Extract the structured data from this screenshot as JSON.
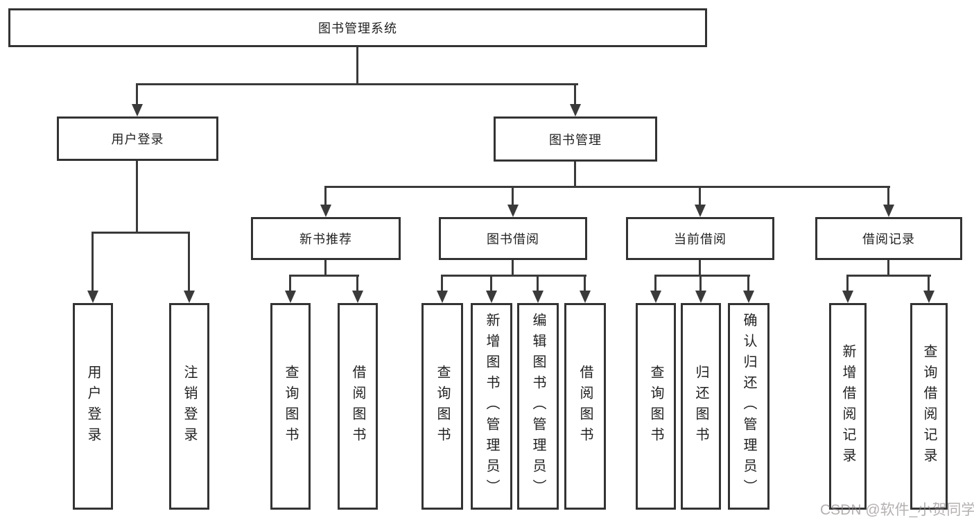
{
  "diagram_title": "图书管理系统",
  "tree": {
    "root": {
      "label": "图书管理系统",
      "children": [
        {
          "label": "用户登录",
          "children": [
            {
              "label": "用户登录"
            },
            {
              "label": "注销登录"
            }
          ]
        },
        {
          "label": "图书管理",
          "children": [
            {
              "label": "新书推荐",
              "children": [
                {
                  "label": "查询图书"
                },
                {
                  "label": "借阅图书"
                }
              ]
            },
            {
              "label": "图书借阅",
              "children": [
                {
                  "label": "查询图书"
                },
                {
                  "label": "新增图书（管理员）"
                },
                {
                  "label": "编辑图书（管理员）"
                },
                {
                  "label": "借阅图书"
                }
              ]
            },
            {
              "label": "当前借阅",
              "children": [
                {
                  "label": "查询图书"
                },
                {
                  "label": "归还图书"
                },
                {
                  "label": "确认归还（管理员）"
                }
              ]
            },
            {
              "label": "借阅记录",
              "children": [
                {
                  "label": "新增借阅记录"
                },
                {
                  "label": "查询借阅记录"
                }
              ]
            }
          ]
        }
      ]
    }
  },
  "watermark": "CSDN @软件_小贺同学",
  "colors": {
    "line": "#3a3a3a",
    "box_border": "#333333",
    "background": "#ffffff",
    "text": "#222222",
    "watermark": "#8c8686"
  }
}
